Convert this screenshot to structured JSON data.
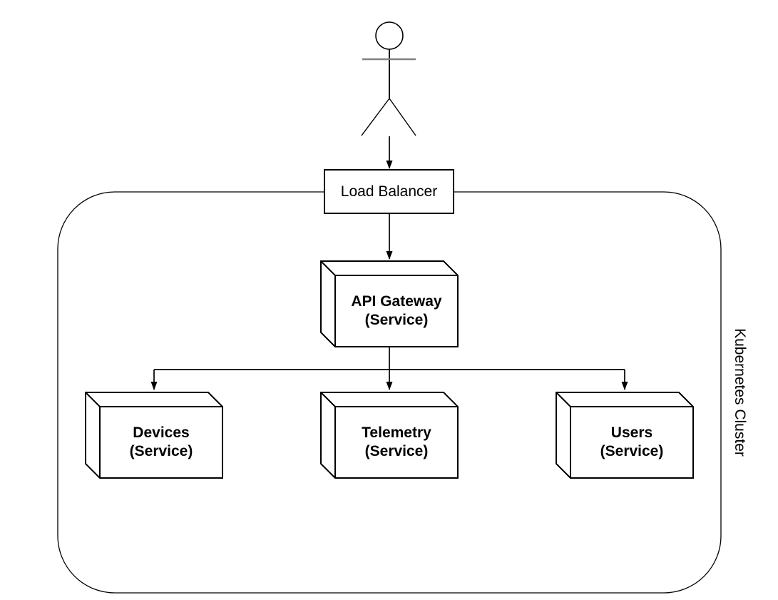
{
  "diagram": {
    "type": "deployment-diagram",
    "background_color": "#ffffff",
    "stroke_color": "#000000",
    "actor_arm_color": "#808080",
    "nodes": {
      "cluster": {
        "label": "Kubernetes Cluster",
        "shape": "rounded-rectangle",
        "label_rotation_deg": 90
      },
      "load_balancer": {
        "label": "Load Balancer",
        "shape": "rectangle"
      },
      "api_gateway": {
        "title": "API Gateway",
        "subtitle": "(Service)",
        "shape": "cube"
      },
      "devices": {
        "title": "Devices",
        "subtitle": "(Service)",
        "shape": "cube"
      },
      "telemetry": {
        "title": "Telemetry",
        "subtitle": "(Service)",
        "shape": "cube"
      },
      "users": {
        "title": "Users",
        "subtitle": "(Service)",
        "shape": "cube"
      }
    },
    "edges": [
      {
        "from": "actor",
        "to": "load_balancer",
        "arrow": "filled"
      },
      {
        "from": "load_balancer",
        "to": "api_gateway",
        "arrow": "filled"
      },
      {
        "from": "api_gateway",
        "to": "devices",
        "arrow": "filled"
      },
      {
        "from": "api_gateway",
        "to": "telemetry",
        "arrow": "filled"
      },
      {
        "from": "api_gateway",
        "to": "users",
        "arrow": "filled"
      }
    ]
  }
}
